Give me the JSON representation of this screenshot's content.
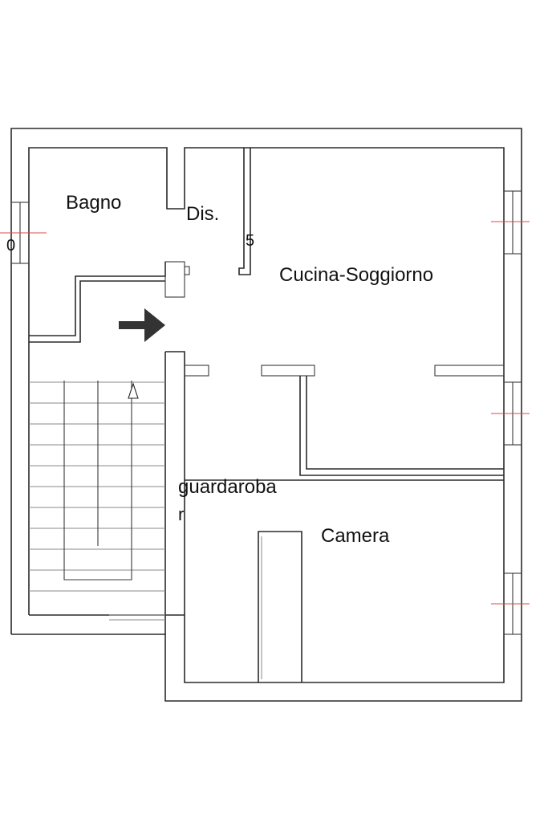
{
  "rooms": {
    "bagno": "Bagno",
    "dis": "Dis.",
    "cucina_soggiorno": "Cucina-Soggiorno",
    "guardaroba": "guardaroba",
    "camera": "Camera"
  },
  "marks": {
    "left_edge": "0",
    "dis_mark": "5",
    "guardaroba_tail": "r"
  },
  "colors": {
    "line": "#2a2a2a",
    "window_mark": "#d84a4a"
  }
}
